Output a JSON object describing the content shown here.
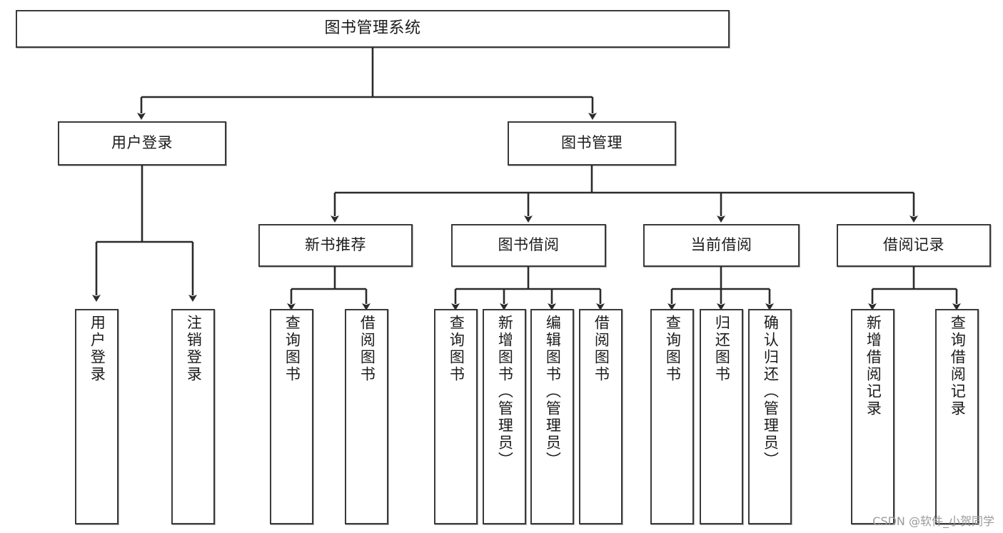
{
  "diagram": {
    "type": "tree-hierarchy-chart",
    "title": "图书管理系统",
    "orientation": "top-down",
    "line_color": "#3a3a3a",
    "box_fill": "#ffffff",
    "background": "#ffffff",
    "nodes": {
      "root": {
        "label": "图书管理系统"
      },
      "level2": [
        {
          "id": "user-login",
          "label": "用户登录"
        },
        {
          "id": "book-manage",
          "label": "图书管理"
        }
      ],
      "level3": [
        {
          "id": "new-book-recommend",
          "label": "新书推荐"
        },
        {
          "id": "book-borrow",
          "label": "图书借阅"
        },
        {
          "id": "current-borrow",
          "label": "当前借阅"
        },
        {
          "id": "borrow-record",
          "label": "借阅记录"
        }
      ],
      "leaves": {
        "user-login": [
          {
            "id": "leaf-user-login",
            "label": "用户登录"
          },
          {
            "id": "leaf-user-logout",
            "label": "注销登录"
          }
        ],
        "new-book-recommend": [
          {
            "id": "leaf-query-book-1",
            "label": "查询图书"
          },
          {
            "id": "leaf-borrow-book-1",
            "label": "借阅图书"
          }
        ],
        "book-borrow": [
          {
            "id": "leaf-query-book-2",
            "label": "查询图书"
          },
          {
            "id": "leaf-add-book",
            "label": "新增图书（管理员）"
          },
          {
            "id": "leaf-edit-book",
            "label": "编辑图书（管理员）"
          },
          {
            "id": "leaf-borrow-book-2",
            "label": "借阅图书"
          }
        ],
        "current-borrow": [
          {
            "id": "leaf-query-book-3",
            "label": "查询图书"
          },
          {
            "id": "leaf-return-book",
            "label": "归还图书"
          },
          {
            "id": "leaf-confirm-return",
            "label": "确认归还（管理员）"
          }
        ],
        "borrow-record": [
          {
            "id": "leaf-add-record",
            "label": "新增借阅记录"
          },
          {
            "id": "leaf-query-record",
            "label": "查询借阅记录"
          }
        ]
      }
    }
  },
  "watermark": {
    "text": "CSDN @软件_小贺同学"
  }
}
